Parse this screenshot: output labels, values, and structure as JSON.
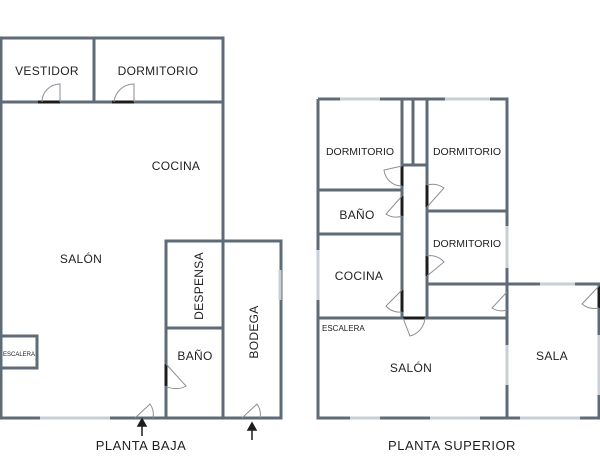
{
  "ground_floor": {
    "caption": "PLANTA BAJA",
    "rooms": {
      "vestidor": "VESTIDOR",
      "dormitorio": "DORMITORIO",
      "cocina": "COCINA",
      "salon": "SALÓN",
      "despensa": "DESPENSA",
      "bano": "BAÑO",
      "bodega": "BODEGA",
      "escalera": "ESCALERA"
    }
  },
  "upper_floor": {
    "caption": "PLANTA SUPERIOR",
    "rooms": {
      "dormitorio_1": "DORMITORIO",
      "dormitorio_2": "DORMITORIO",
      "dormitorio_3": "DORMITORIO",
      "bano": "BAÑO",
      "cocina": "COCINA",
      "escalera": "ESCALERA",
      "salon": "SALÓN",
      "sala": "SALA"
    }
  }
}
